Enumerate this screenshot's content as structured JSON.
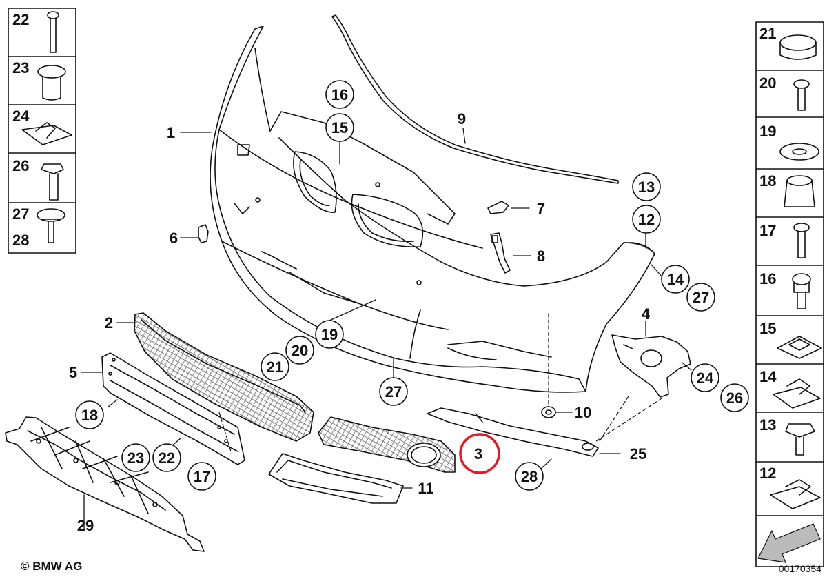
{
  "parts": {
    "p1": "1",
    "p2": "2",
    "p3": "3",
    "p4": "4",
    "p5": "5",
    "p6": "6",
    "p7": "7",
    "p8": "8",
    "p9": "9",
    "p10": "10",
    "p11": "11",
    "p12": "12",
    "p13": "13",
    "p14": "14",
    "p15": "15",
    "p16": "16",
    "p17": "17",
    "p18": "18",
    "p19": "19",
    "p20": "20",
    "p21": "21",
    "p22": "22",
    "p23": "23",
    "p24": "24",
    "p25": "25",
    "p26": "26",
    "p27": "27",
    "p28": "28",
    "p29": "29"
  },
  "legend_left": [
    "22",
    "23",
    "24",
    "26",
    "27",
    "28"
  ],
  "legend_right": [
    "21",
    "20",
    "19",
    "18",
    "17",
    "16",
    "15",
    "14",
    "13",
    "12"
  ],
  "highlight_part": "3",
  "colors": {
    "line": "#111111",
    "highlight": "#e11b22",
    "background": "#ffffff"
  },
  "icons": {
    "arrow_icon": "direction-arrow-icon"
  },
  "footer": {
    "copyright": "© BMW AG",
    "document_number": "00170354"
  }
}
